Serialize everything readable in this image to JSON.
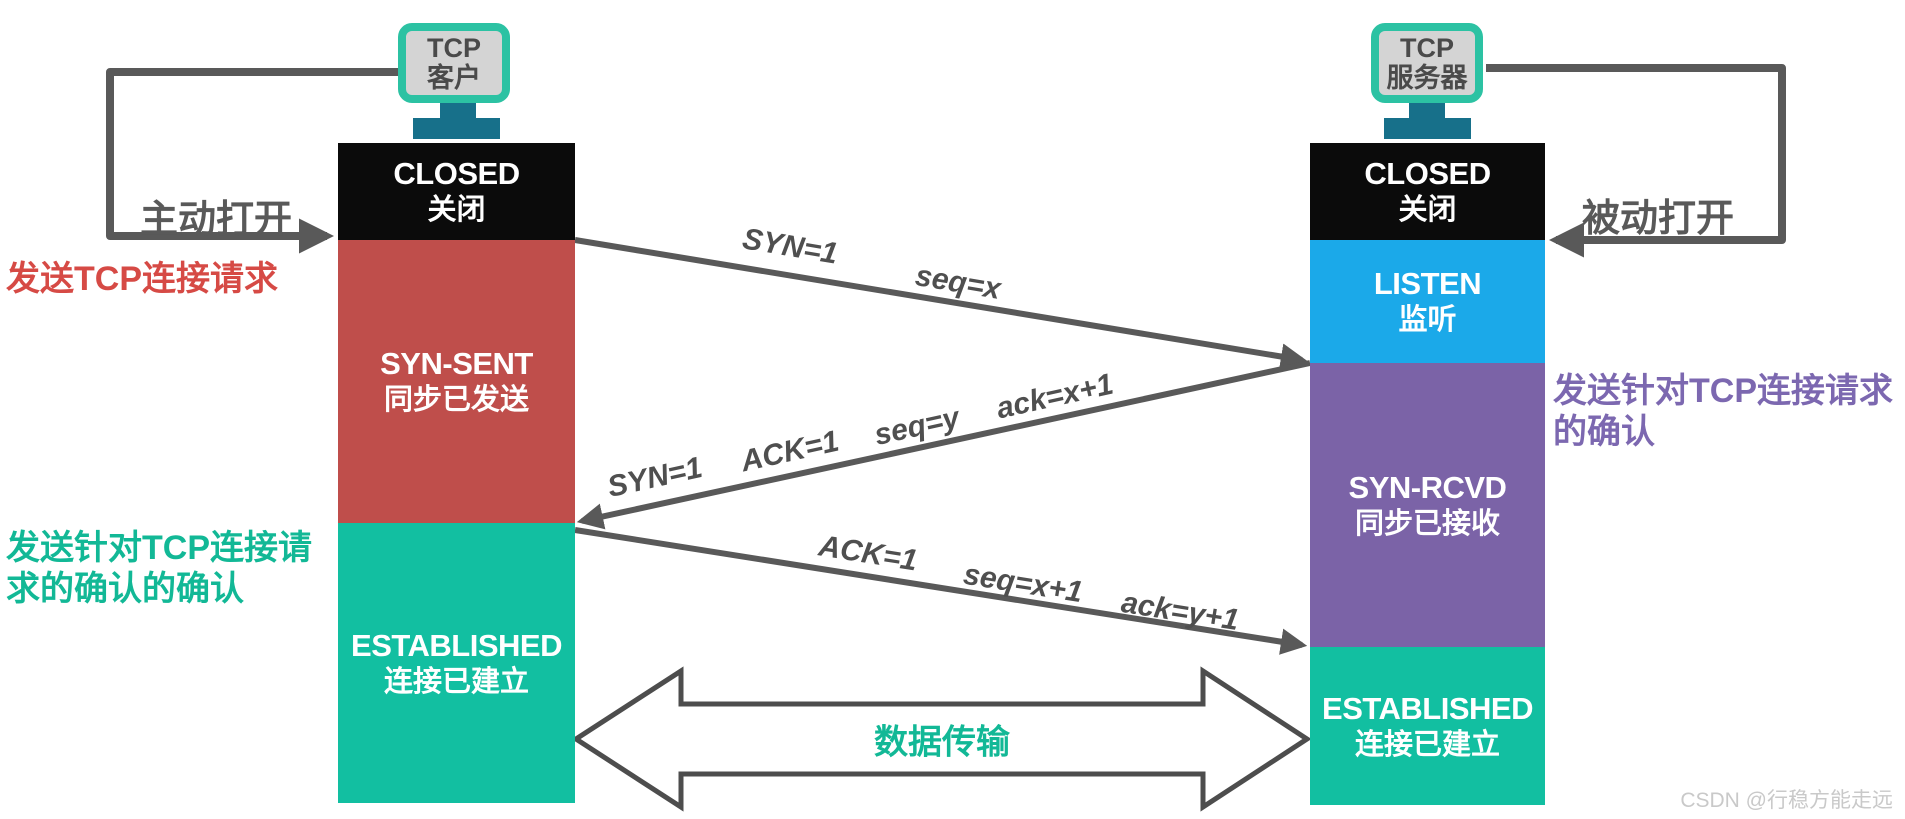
{
  "client": {
    "device": {
      "line1": "TCP",
      "line2": "客户"
    },
    "open_action": "主动打开",
    "annotation_send_request": "发送TCP连接请求",
    "annotation_send_ack_of_ack_line1": "发送针对TCP连接请",
    "annotation_send_ack_of_ack_line2": "求的确认的确认",
    "states": [
      {
        "name": "CLOSED",
        "name_zh": "关闭",
        "color": "#0b0b0b"
      },
      {
        "name": "SYN-SENT",
        "name_zh": "同步已发送",
        "color": "#bf4e4b"
      },
      {
        "name": "ESTABLISHED",
        "name_zh": "连接已建立",
        "color": "#12bfa1"
      }
    ]
  },
  "server": {
    "device": {
      "line1": "TCP",
      "line2": "服务器"
    },
    "open_action": "被动打开",
    "annotation_send_ack_line1": "发送针对TCP连接请求",
    "annotation_send_ack_line2": "的确认",
    "states": [
      {
        "name": "CLOSED",
        "name_zh": "关闭",
        "color": "#0b0b0b"
      },
      {
        "name": "LISTEN",
        "name_zh": "监听",
        "color": "#1ba9e9"
      },
      {
        "name": "SYN-RCVD",
        "name_zh": "同步已接收",
        "color": "#7b63a7"
      },
      {
        "name": "ESTABLISHED",
        "name_zh": "连接已建立",
        "color": "#12bfa1"
      }
    ]
  },
  "messages": [
    {
      "labels": [
        "SYN=1",
        "seq=x"
      ]
    },
    {
      "labels": [
        "SYN=1",
        "ACK=1",
        "seq=y",
        "ack=x+1"
      ]
    },
    {
      "labels": [
        "ACK=1",
        "seq=x+1",
        "ack=y+1"
      ]
    }
  ],
  "data_transfer": {
    "label": "数据传输",
    "color": "#12b896"
  },
  "watermark": "CSDN @行稳方能走远",
  "colors": {
    "arrow_gray": "#595959",
    "message_text": "#4f4f4f",
    "note_red": "#d64a45",
    "note_teal": "#12b896",
    "note_purple": "#7c68b0",
    "monitor_border": "#2cc2a3",
    "monitor_screen": "#d4d4d4",
    "monitor_stand": "#17708a"
  }
}
